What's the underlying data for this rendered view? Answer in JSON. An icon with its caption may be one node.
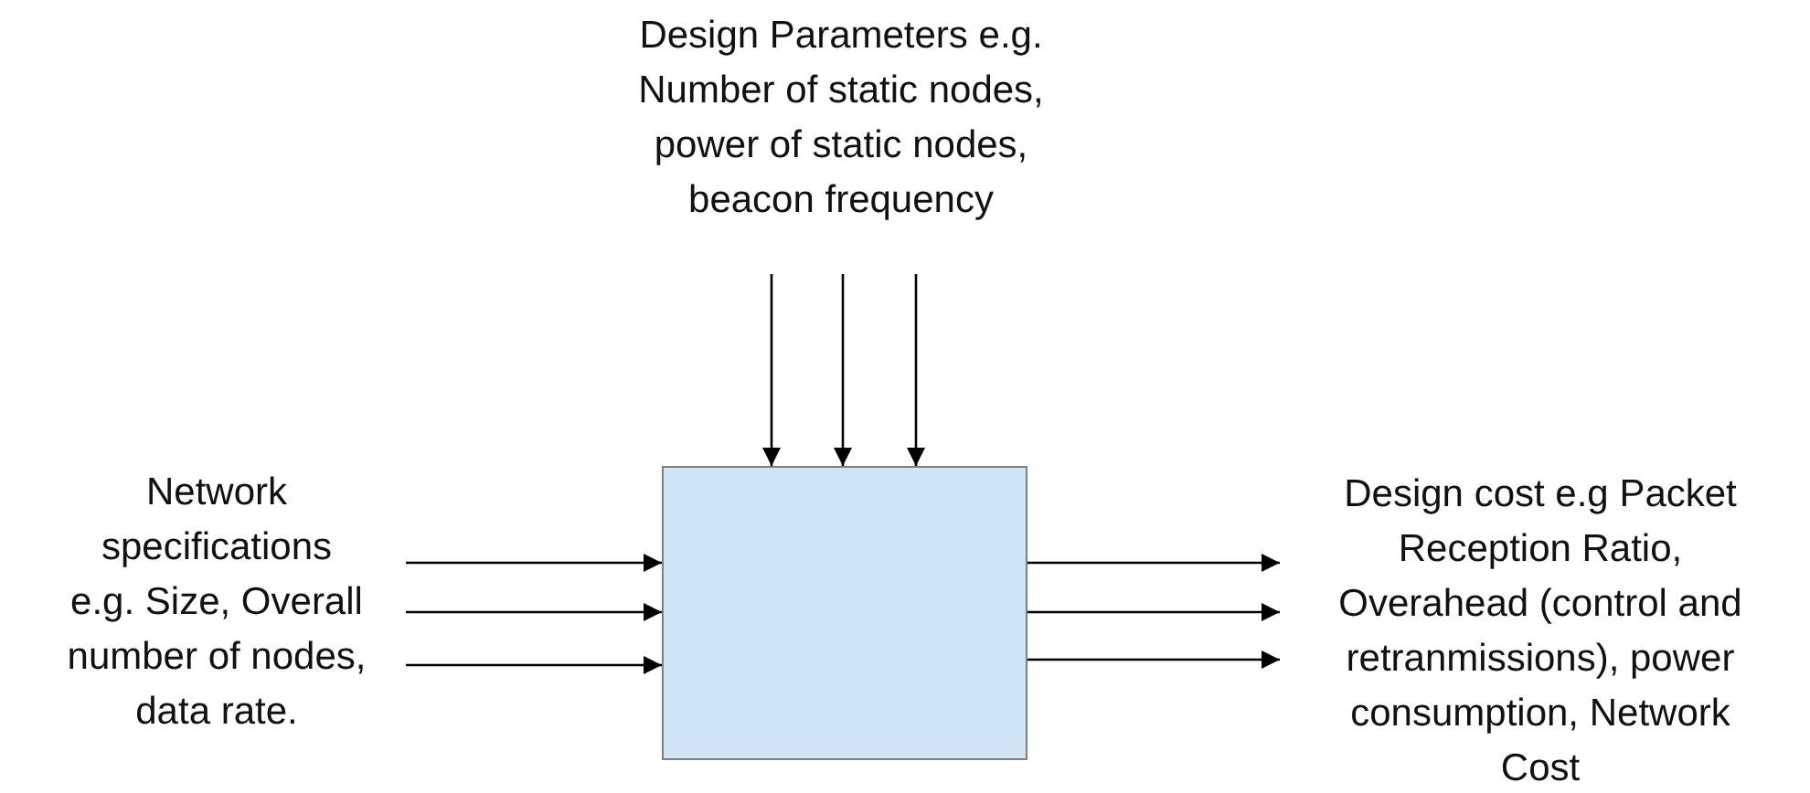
{
  "diagram": {
    "nodes": [
      {
        "text": [
          "Design Parameters e.g. Number of static nodes, power of static nodes, beacon frequency"
        ]
      },
      {
        "text": [
          "Network specifications e.g. Size, Overall number of nodes, data rate."
        ]
      },
      {
        "text": [],
        "shape": "box"
      },
      {
        "text": [
          "Design cost e.g Packet Reception Ratio, Overahead (control and retranmissions), power consumption, Network Cost"
        ]
      }
    ],
    "edges": [
      {
        "from": 0,
        "to": 2,
        "arrow": "to"
      },
      {
        "from": 0,
        "to": 2,
        "arrow": "to"
      },
      {
        "from": 0,
        "to": 2,
        "arrow": "to"
      },
      {
        "from": 1,
        "to": 2,
        "arrow": "to"
      },
      {
        "from": 1,
        "to": 2,
        "arrow": "to"
      },
      {
        "from": 1,
        "to": 2,
        "arrow": "to"
      },
      {
        "from": 2,
        "to": 3,
        "arrow": "to"
      },
      {
        "from": 2,
        "to": 3,
        "arrow": "to"
      },
      {
        "from": 2,
        "to": 3,
        "arrow": "to"
      }
    ]
  }
}
